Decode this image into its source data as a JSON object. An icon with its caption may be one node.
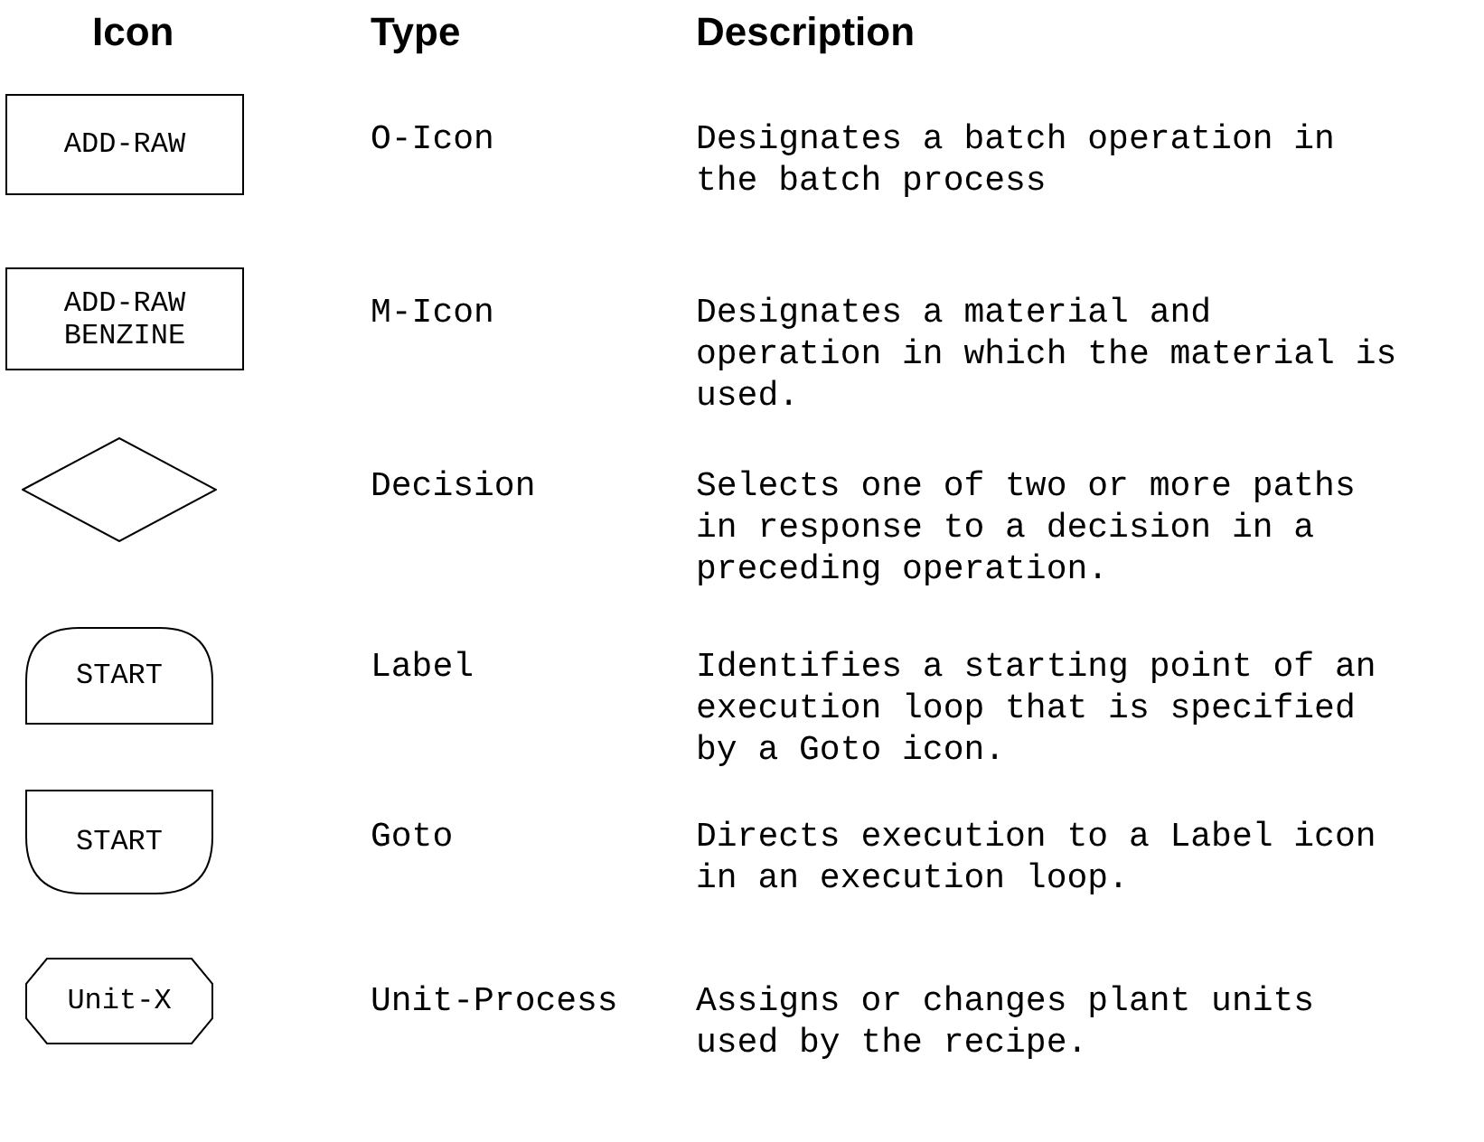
{
  "diagram": {
    "nodes": [
      {
        "text": [
          "ADD-RAW"
        ]
      },
      {
        "text": [
          "ADD-RAW BENZINE"
        ]
      },
      {
        "text": [],
        "shape": "diamond"
      },
      {
        "text": [
          "START"
        ]
      },
      {
        "text": [
          "START"
        ]
      },
      {
        "text": [
          "Unit-X"
        ]
      }
    ],
    "labels": [
      "Icon",
      "Type",
      "Description",
      "O-Icon",
      "Designates a batch operation in the batch process",
      "M-Icon",
      "Designates a material and operation in which the material is used.",
      "Decision",
      "Selects one of two or more paths in response to a decision in a preceding operation.",
      "Label",
      "Identifies a starting point of an execution loop that is specified by a Goto icon.",
      "Goto",
      "Directs execution to a Label icon in an execution loop.",
      "Unit-Process",
      "Assigns or changes plant units used by the recipe."
    ]
  }
}
